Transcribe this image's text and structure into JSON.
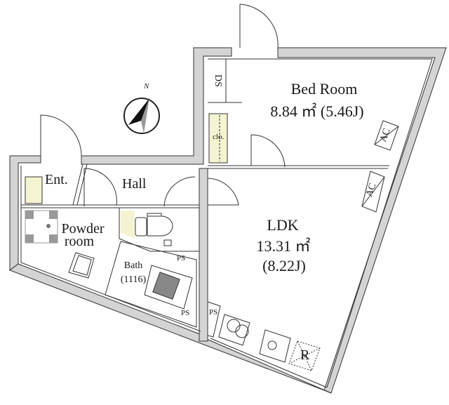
{
  "floor_plan": {
    "compass": {
      "label": "N",
      "icon": "north-arrow-icon"
    },
    "rooms": {
      "bedroom": {
        "name": "Bed Room",
        "area": "8.84 ㎡ (5.46J)"
      },
      "ldk": {
        "name": "LDK",
        "area": "13.31 ㎡",
        "tatami": "(8.22J)"
      },
      "entrance": {
        "name": "Ent."
      },
      "hall": {
        "name": "Hall"
      },
      "powder": {
        "name_line1": "Powder",
        "name_line2": "room"
      },
      "bath": {
        "name": "Bath",
        "size": "(1116)"
      },
      "closet": {
        "name": "clo."
      }
    },
    "fixtures": {
      "ds": "DS",
      "ac_bedroom": "AC",
      "ac_ldk": "AC",
      "ps_bath_top": "PS",
      "ps_bath_bottom": "PS",
      "ps_kitchen": "PS",
      "refrigerator": "R"
    },
    "colors": {
      "wall": "#d4d4d4",
      "line": "#333333",
      "storage": "#f4f4d2"
    }
  }
}
